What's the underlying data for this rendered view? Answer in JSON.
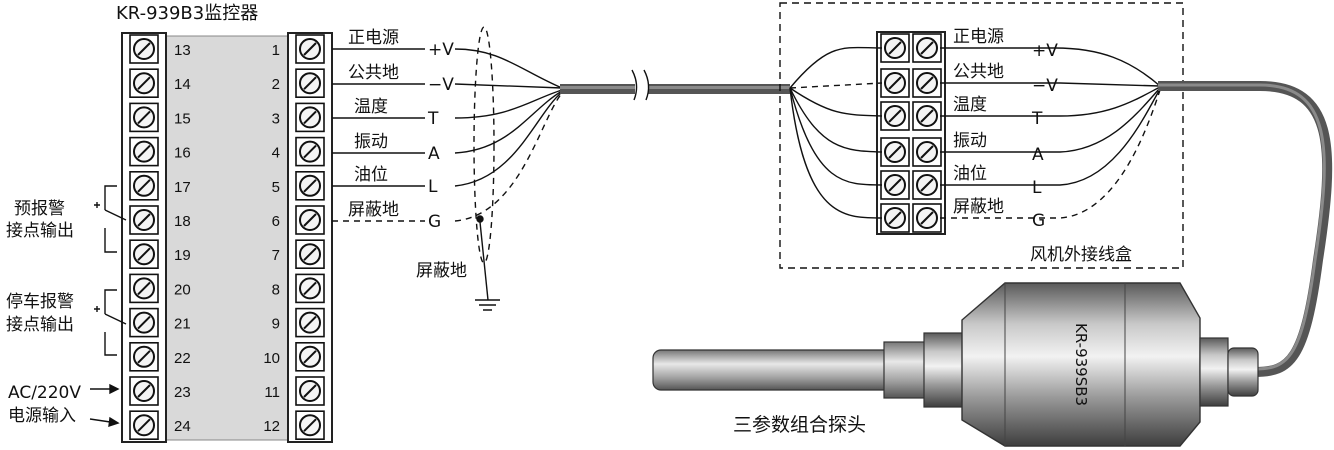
{
  "monitor": {
    "title": "KR-939B3监控器",
    "left_terminals": [
      "13",
      "14",
      "15",
      "16",
      "17",
      "18",
      "19",
      "20",
      "21",
      "22",
      "23",
      "24"
    ],
    "right_terminals": [
      "1",
      "2",
      "3",
      "4",
      "5",
      "6",
      "7",
      "8",
      "9",
      "10",
      "11",
      "12"
    ]
  },
  "signals": [
    {
      "cn": "正电源",
      "code": "+V"
    },
    {
      "cn": "公共地",
      "code": "−V"
    },
    {
      "cn": "温度",
      "code": "T"
    },
    {
      "cn": "振动",
      "code": "A"
    },
    {
      "cn": "油位",
      "code": "L"
    },
    {
      "cn": "屏蔽地",
      "code": "G"
    }
  ],
  "left_groups": {
    "prealarm_line1": "预报警",
    "prealarm_line2": "接点输出",
    "stop_line1": "停车报警",
    "stop_line2": "接点输出",
    "power_line1": "AC/220V",
    "power_line2": "电源输入"
  },
  "shield_ground_label": "屏蔽地",
  "junction_box_label": "风机外接线盒",
  "probe": {
    "model": "KR-939SB3",
    "label": "三参数组合探头"
  }
}
